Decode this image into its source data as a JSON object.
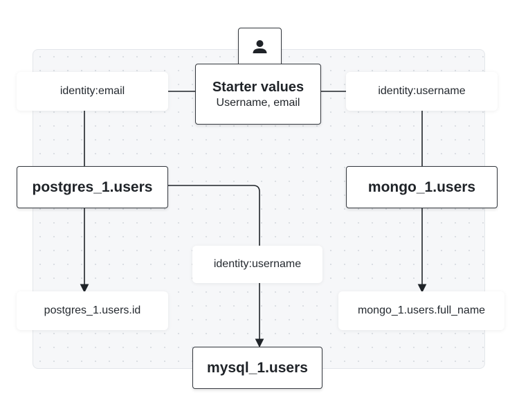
{
  "source": {
    "title": "Starter values",
    "subtitle": "Username, email",
    "icon": "user-icon"
  },
  "labels": {
    "email": "identity:email",
    "username_right": "identity:username",
    "username_mid": "identity:username"
  },
  "nodes": {
    "postgres": "postgres_1.users",
    "mongo": "mongo_1.users",
    "mysql": "mysql_1.users"
  },
  "targets": {
    "postgres_id": "postgres_1.users.id",
    "mongo_full_name": "mongo_1.users.full_name"
  },
  "colors": {
    "edge": "#1f2328",
    "canvas": "#f6f7f9"
  }
}
